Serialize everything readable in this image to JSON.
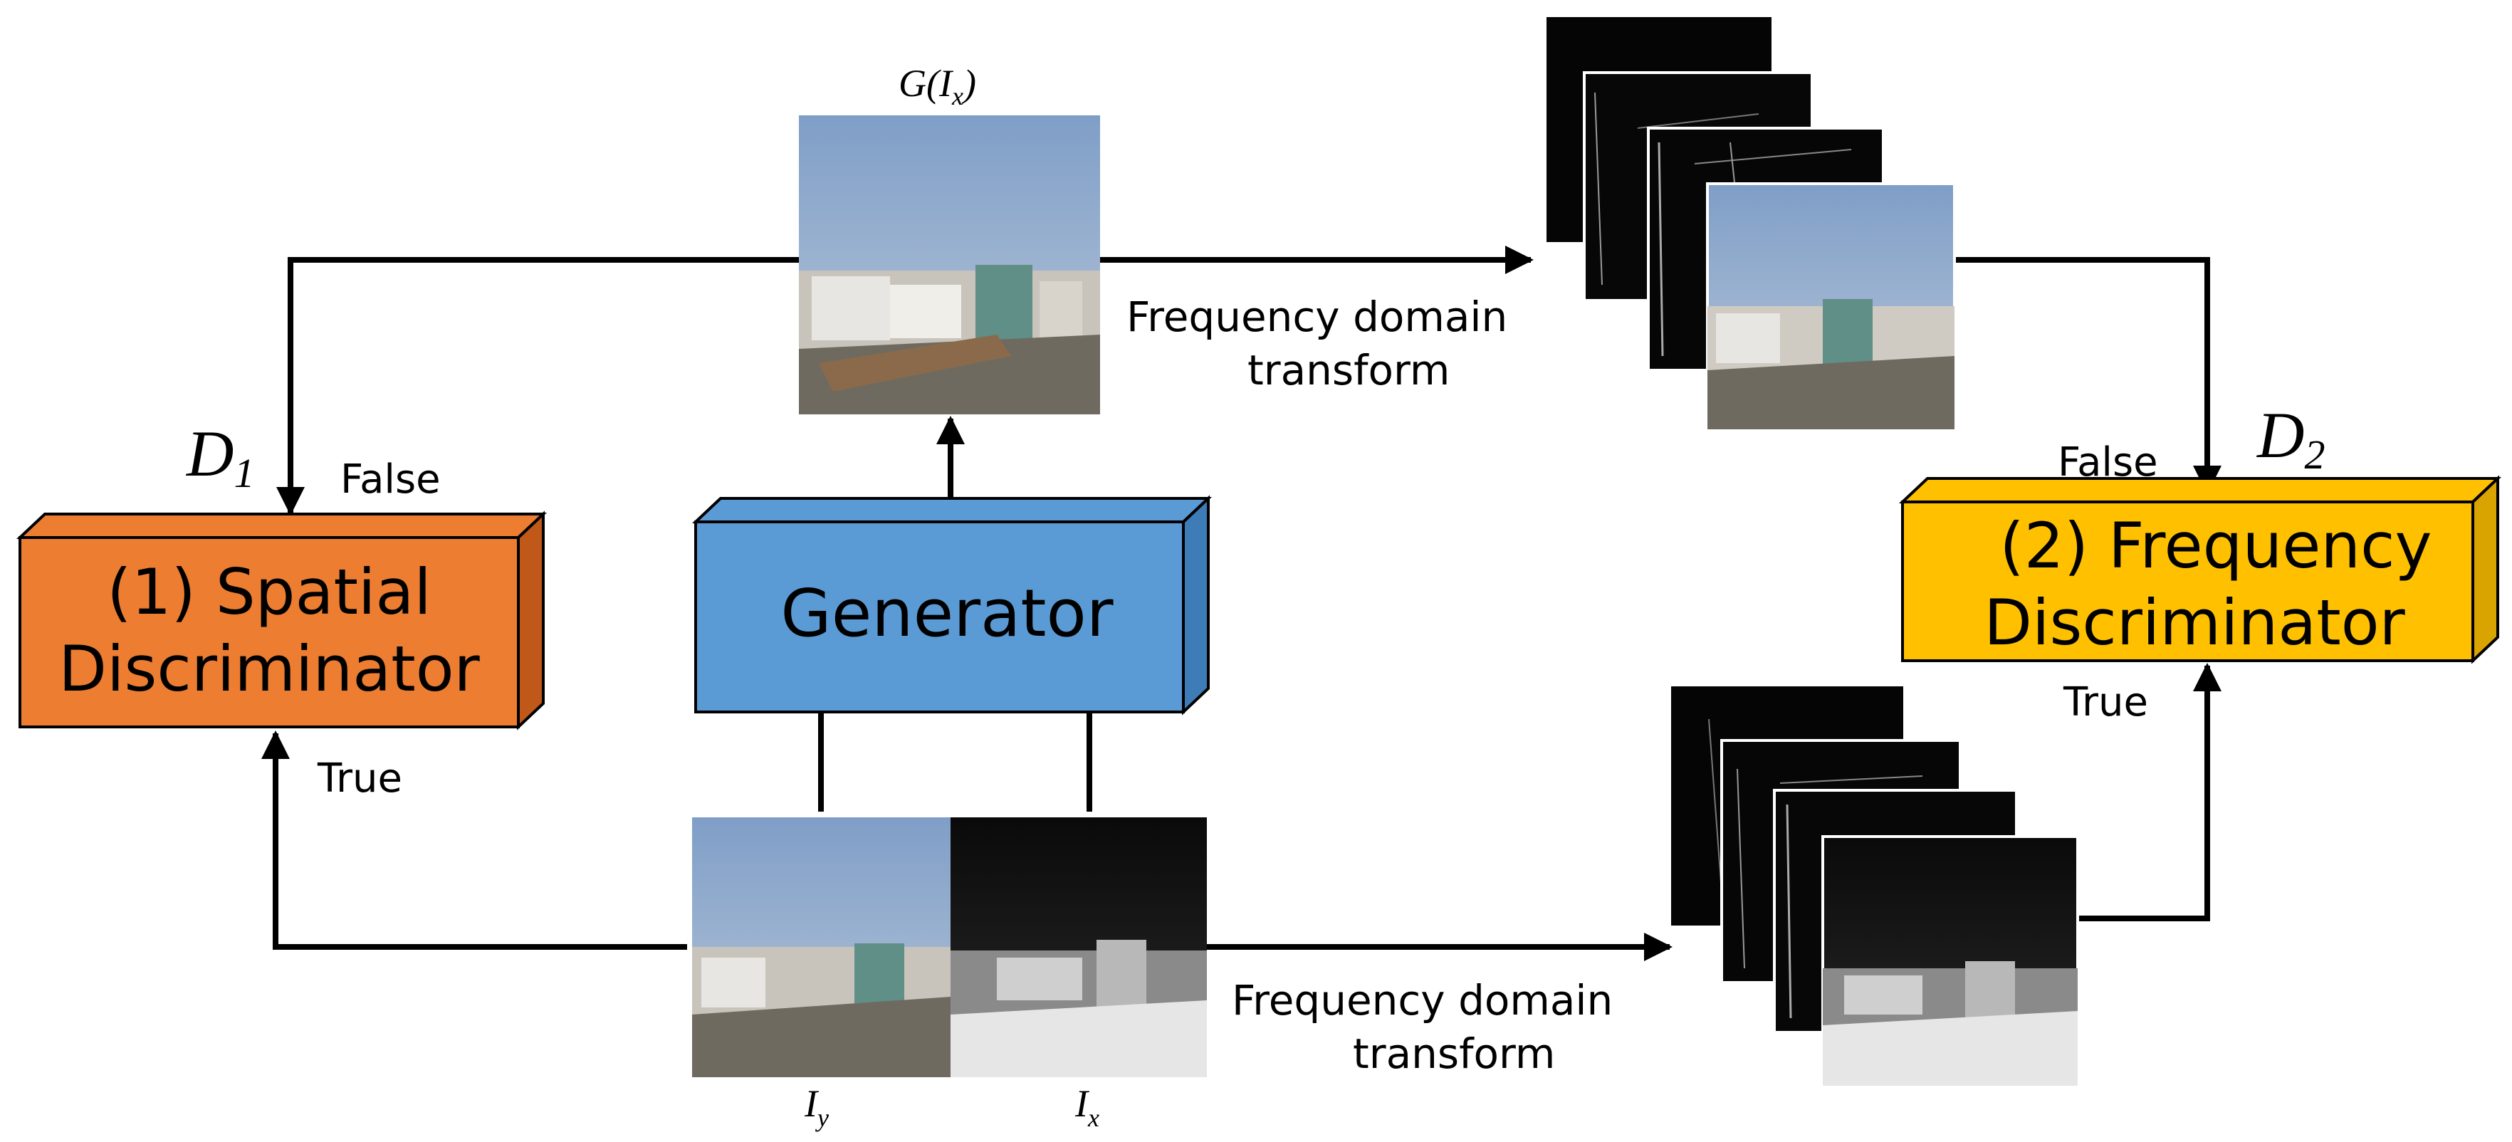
{
  "labels": {
    "g_of_ix": "G(I",
    "g_of_ix_sub": "x",
    "g_of_ix_close": ")",
    "d1": "D",
    "d1_sub": "1",
    "d2": "D",
    "d2_sub": "2",
    "false_left": "False",
    "false_right": "False",
    "true_left": "True",
    "true_right": "True",
    "freq_top_line1": "Frequency domain",
    "freq_top_line2": "transform",
    "freq_bottom_line1": "Frequency domain",
    "freq_bottom_line2": "transform",
    "iy": "I",
    "iy_sub": "y",
    "ix": "I",
    "ix_sub": "x"
  },
  "blocks": {
    "spatial_line1": "(1) Spatial",
    "spatial_line2": "Discriminator",
    "generator": "Generator",
    "frequency_line1": "(2) Frequency",
    "frequency_line2": "Discriminator"
  },
  "colors": {
    "spatial_front": "#ED7D31",
    "spatial_side": "#C0581A",
    "generator_front": "#5B9BD5",
    "generator_side": "#3E7CB8",
    "frequency_front": "#FFC000",
    "frequency_side": "#D9A300",
    "stroke": "#000000"
  }
}
